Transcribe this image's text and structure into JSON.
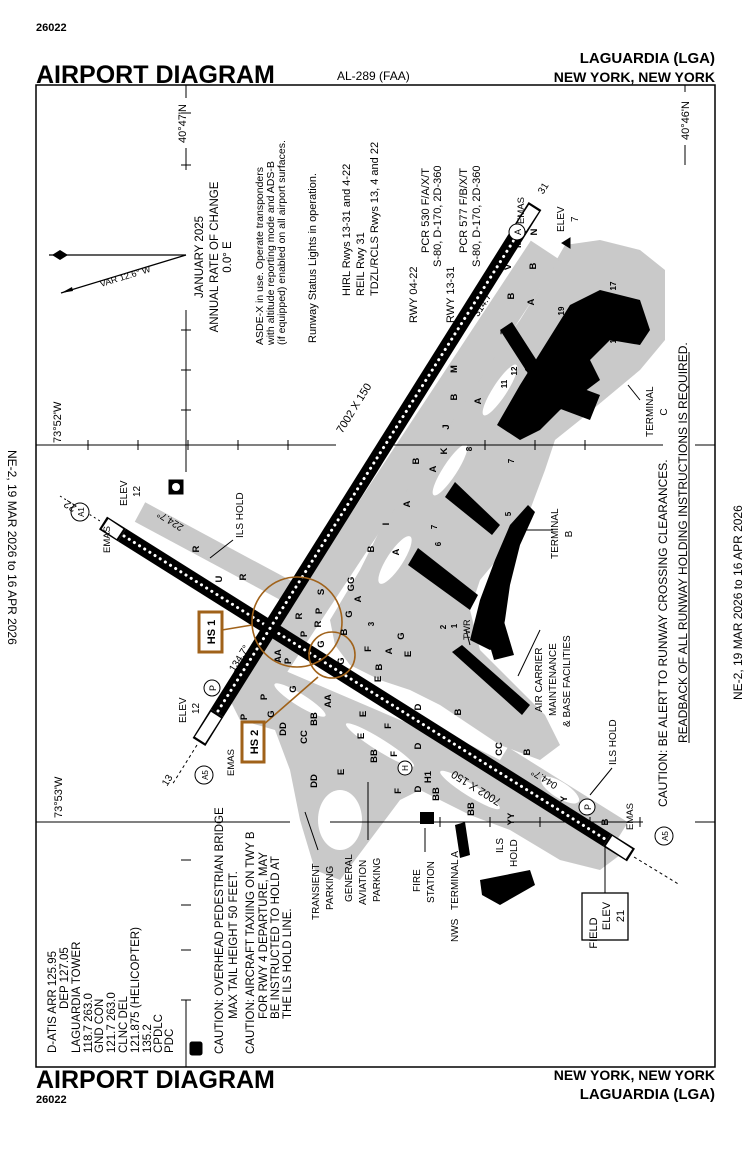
{
  "header": {
    "chart_id": "26022",
    "title": "AIRPORT DIAGRAM",
    "chart_number": "AL-289 (FAA)",
    "airport": "LAGUARDIA (LGA)",
    "city": "NEW YORK, NEW YORK"
  },
  "footer": {
    "chart_id": "26022",
    "title": "AIRPORT DIAGRAM",
    "city": "NEW YORK, NEW YORK",
    "airport": "LAGUARDIA (LGA)"
  },
  "effective": {
    "left": "NE-2, 19 MAR 2026 to 16 APR 2026",
    "right": "NE-2, 19 MAR 2026 to 16 APR 2026"
  },
  "coords": {
    "lat_1": "40°47'N",
    "lat_2": "40°46'N",
    "lon_1": "73°52'W",
    "lon_2": "73°53'W"
  },
  "magvar": {
    "variation": "VAR 12.6° W",
    "epoch": "JANUARY 2025",
    "rate_label": "ANNUAL RATE OF CHANGE",
    "rate": "0.0° E"
  },
  "notes": {
    "asde": [
      "ASDE-X in use. Operate transponders",
      "with altitude reporting mode and ADS-B",
      "(if equipped) enabled on all airport surfaces."
    ],
    "rwsl": "Runway Status Lights in operation.",
    "lighting": [
      "HIRL Rwys 13-31 and 4-22",
      "REIL Rwy 31",
      "TDZL/RCLS Rwys 13, 4 and 22"
    ],
    "rwy_data": [
      "RWY 04-22",
      "PCR 530 F/A/X/T",
      "S-80, D-170, 2D-360",
      "RWY 13-31",
      "PCR 577 F/B/X/T",
      "S-80, D-170, 2D-360"
    ]
  },
  "comms": {
    "lines": [
      "D-ATIS ARR 125.95",
      "DEP 127.05",
      "LAGUARDIA TOWER",
      "118.7 263.0",
      "GND CON",
      "121.7 263.0",
      "CLNC DEL",
      "121.875 (HELICOPTER)",
      "135.2",
      "CPDLC",
      "PDC"
    ],
    "datalink_symbol": "D"
  },
  "cautions": {
    "bridge": [
      "CAUTION: OVERHEAD PEDESTRIAN BRIDGE",
      "MAX TAIL HEIGHT 50 FEET."
    ],
    "taxi": [
      "CAUTION: AIRCRAFT TAXIING ON TWY B",
      "FOR RWY 4 DEPARTURE, MAY",
      "BE INSTRUCTED TO HOLD AT",
      "THE ILS HOLD LINE."
    ],
    "alert": "CAUTION: BE ALERT TO RUNWAY CROSSING CLEARANCES.",
    "readback": "READBACK OF ALL RUNWAY HOLDING INSTRUCTIONS IS REQUIRED."
  },
  "runways": {
    "rwy_4_22_dims": "7002 X 150",
    "rwy_13_31_dims": "7002 X 150",
    "hdg_224": "224.7°",
    "hdg_044": "044.7°",
    "hdg_134": "134.7°",
    "hdg_314": "314.7°",
    "end_22": "22",
    "end_13": "13",
    "end_31": "31"
  },
  "labels": {
    "elev_word": "ELEV",
    "elev_12a": "12",
    "elev_12b": "12",
    "elev_7": "7",
    "emas": "EMAS",
    "ils_hold": "ILS HOLD",
    "ils": "ILS",
    "hold": "HOLD",
    "transient": [
      "TRANSIENT",
      "PARKING"
    ],
    "general_aviation": [
      "GENERAL",
      "AVIATION",
      "PARKING"
    ],
    "fire_station": [
      "FIRE",
      "STATION"
    ],
    "terminal_a": "TERMINAL A",
    "nws": "NWS",
    "air_carrier": [
      "AIR CARRIER",
      "MAINTENANCE",
      "& BASE FACILITIES"
    ],
    "terminal_b": [
      "TERMINAL",
      "B"
    ],
    "terminal_c": [
      "TERMINAL",
      "C"
    ],
    "tower": "TWR",
    "field_elev": [
      "FIELD",
      "ELEV",
      "21"
    ],
    "sym_a1": "A1",
    "sym_a5": "A5",
    "sym_p": "P",
    "sym_a": "A",
    "sym_h": "H"
  },
  "hot_spots": [
    "HS 1",
    "HS 2"
  ],
  "taxiway_labels": [
    "R",
    "U",
    "R",
    "S",
    "R",
    "P",
    "R",
    "P",
    "G",
    "AA",
    "P",
    "G",
    "B",
    "G",
    "GG",
    "A",
    "3",
    "G",
    "F",
    "A",
    "E",
    "B",
    "E",
    "G",
    "P",
    "AA",
    "P",
    "G",
    "BB",
    "E",
    "F",
    "E",
    "D",
    "B",
    "DD",
    "CC",
    "BB",
    "F",
    "E",
    "D",
    "DD",
    "F",
    "H1",
    "D",
    "BB",
    "BB",
    "CC",
    "YY",
    "B",
    "Y",
    "B",
    "A",
    "B",
    "K",
    "A",
    "J",
    "B",
    "A",
    "M",
    "B",
    "A",
    "V",
    "M",
    "N",
    "B",
    "Z",
    "I",
    "B",
    "A",
    "19",
    "17",
    "16",
    "15",
    "14",
    "12",
    "11",
    "8",
    "7",
    "6",
    "7",
    "5",
    "2",
    "1"
  ],
  "colors": {
    "hot_spot": "#a0621a",
    "pavement": "#c9c9c9",
    "ink": "#000000"
  }
}
